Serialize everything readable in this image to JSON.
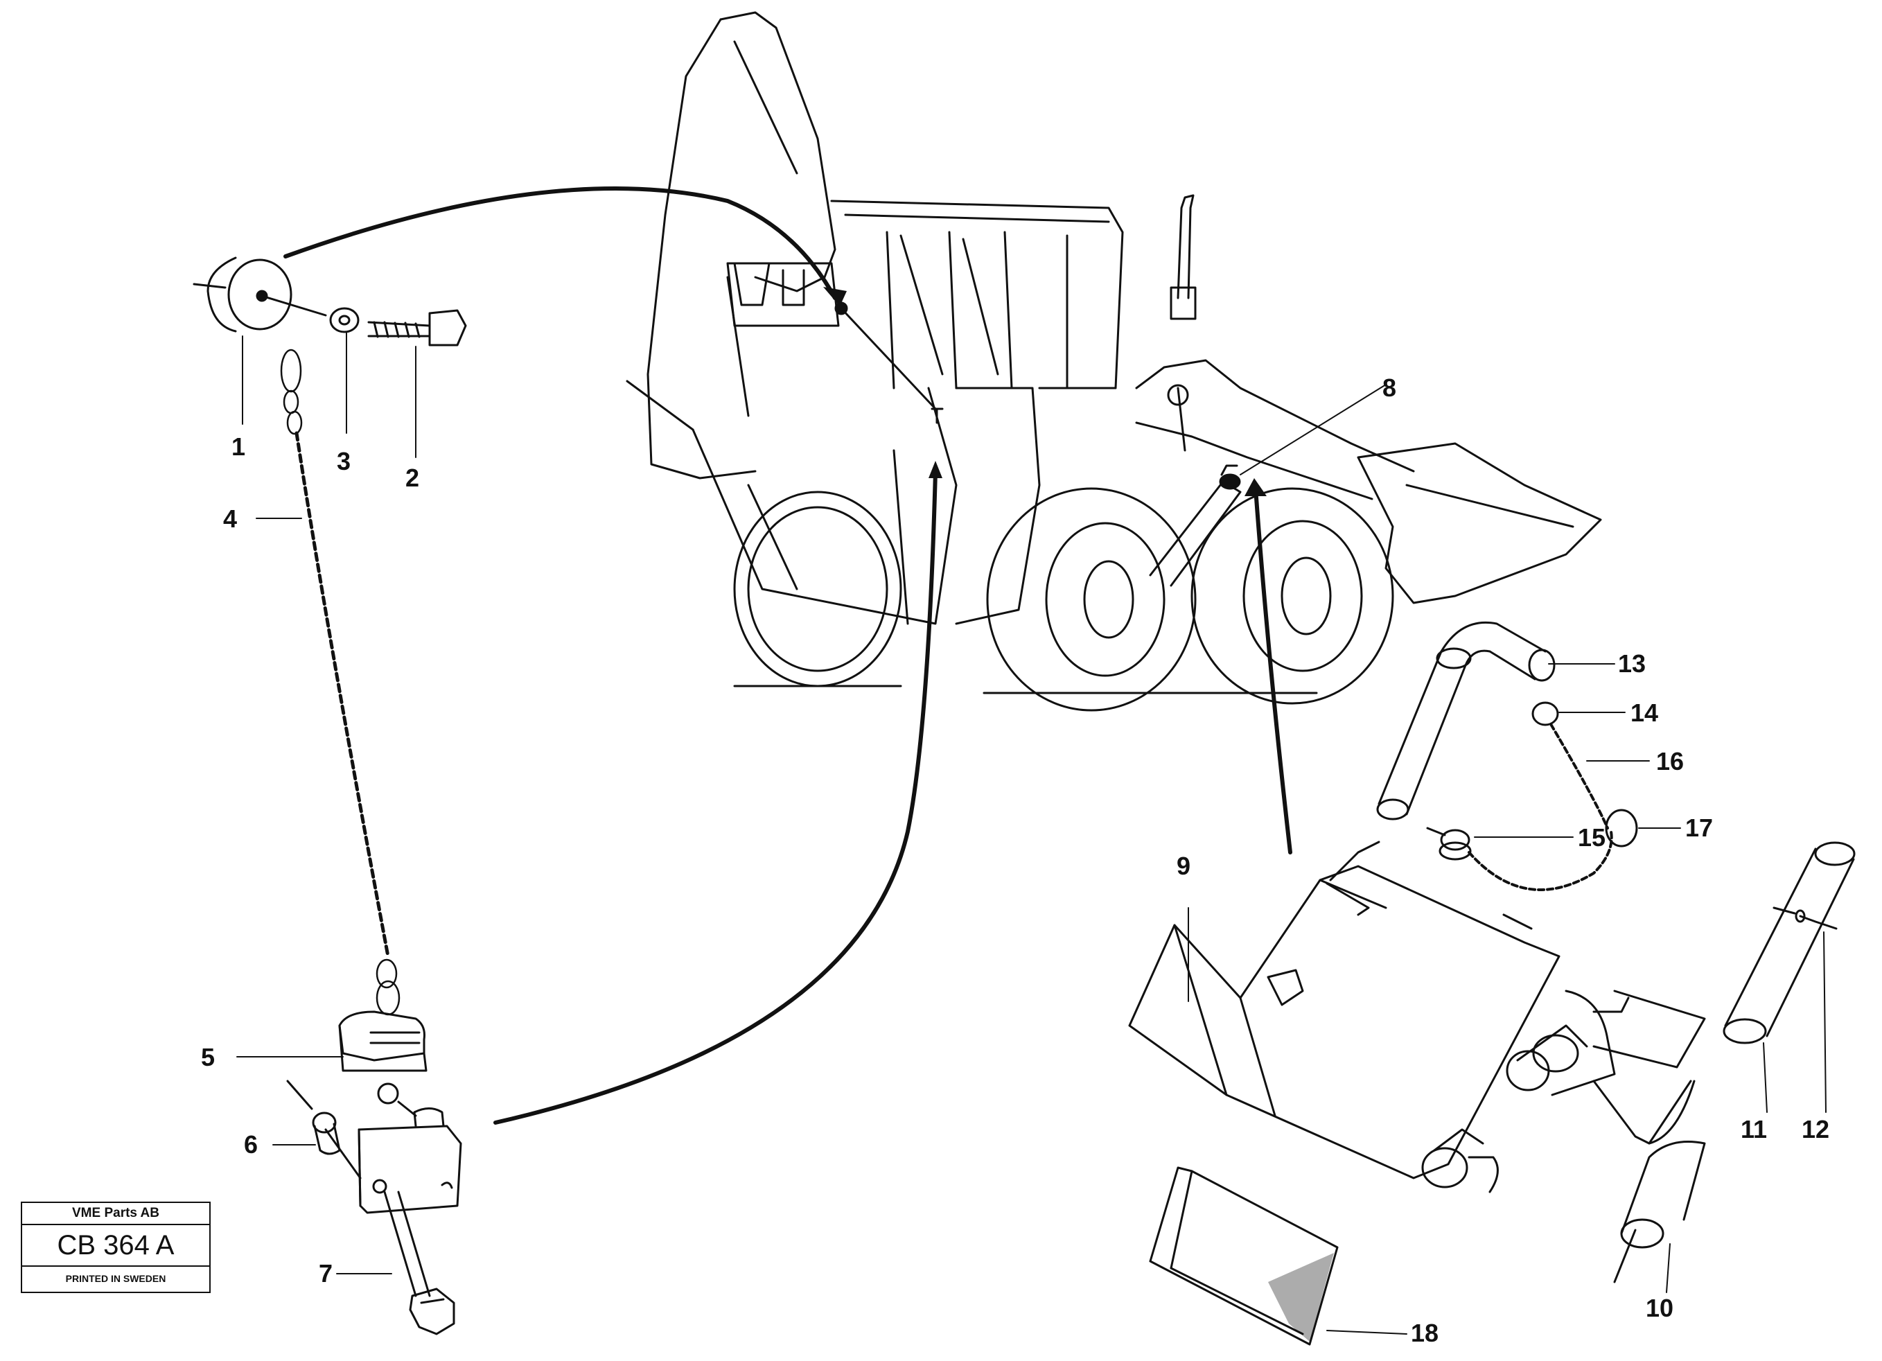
{
  "callouts": [
    "1",
    "2",
    "3",
    "4",
    "5",
    "6",
    "7",
    "8",
    "9",
    "10",
    "11",
    "12",
    "13",
    "14",
    "15",
    "16",
    "17",
    "18"
  ],
  "stamp": {
    "company": "VME Parts AB",
    "code": "CB 364 A",
    "printed": "PRINTED IN SWEDEN"
  },
  "colors": {
    "ink": "#111111",
    "paper": "#ffffff"
  }
}
